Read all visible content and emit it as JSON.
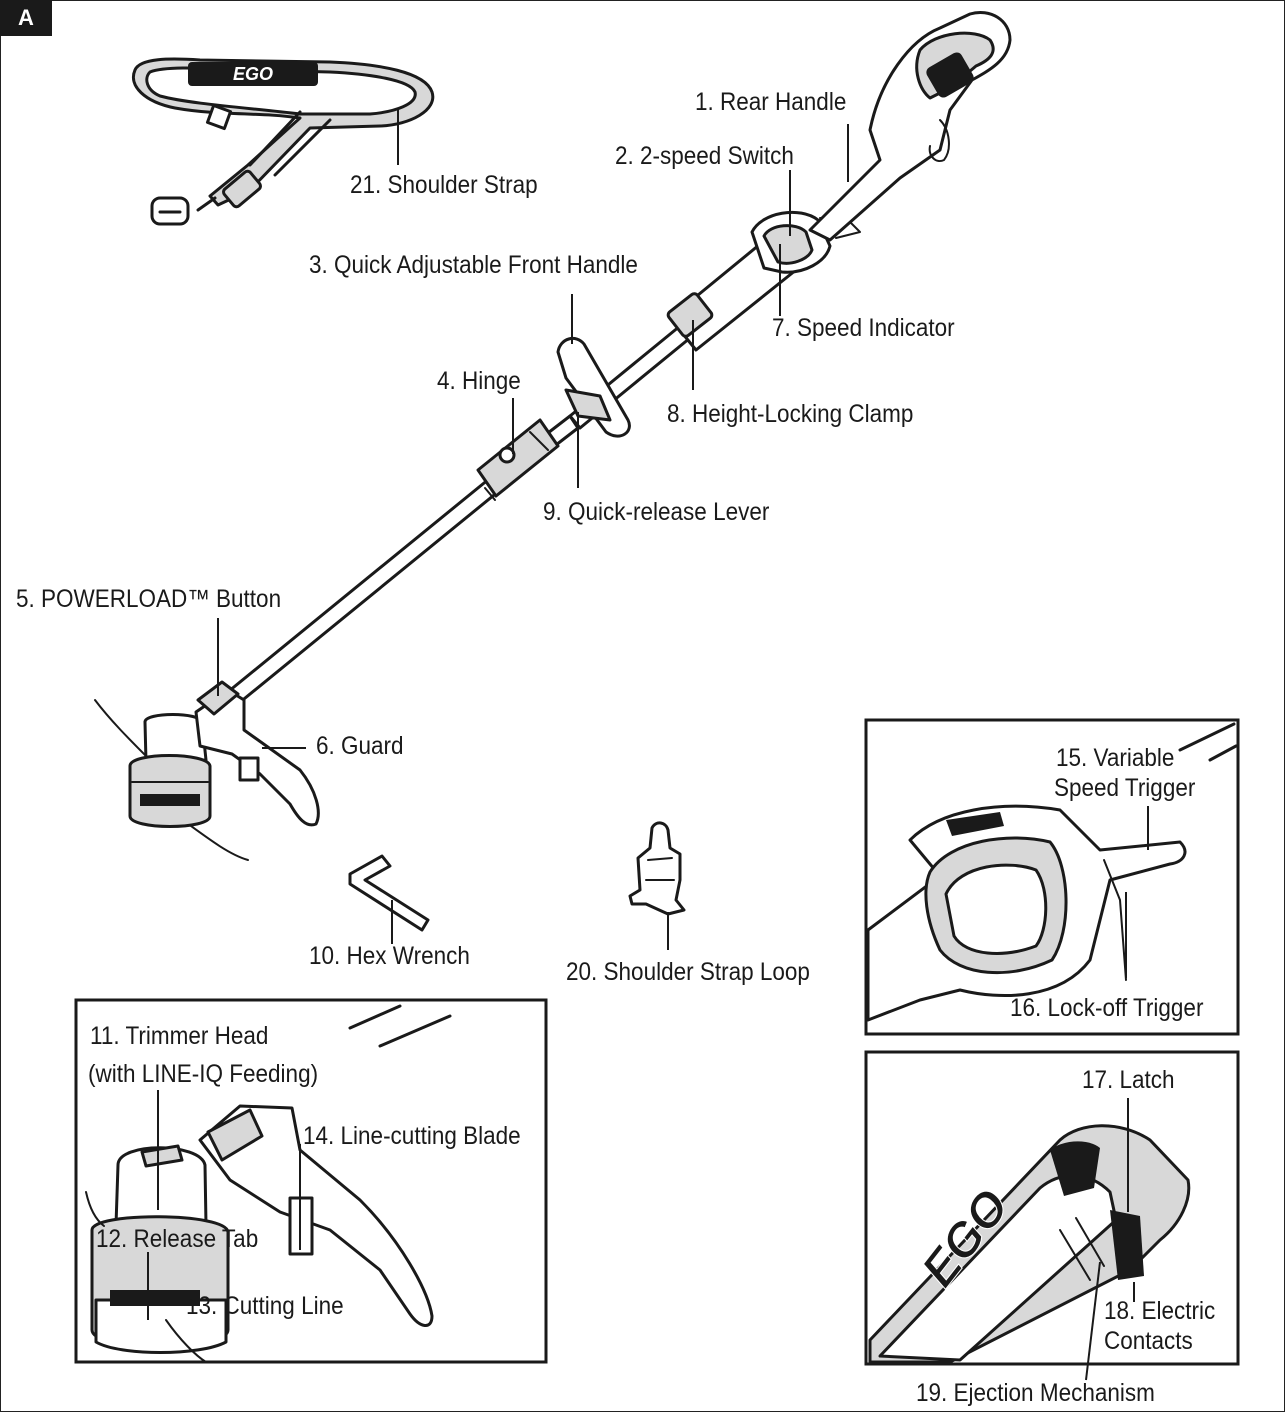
{
  "figure_letter": "A",
  "labels": {
    "rear_handle": "1. Rear Handle",
    "two_speed_switch": "2. 2-speed Switch",
    "front_handle": "3. Quick Adjustable Front Handle",
    "hinge": "4. Hinge",
    "powerload_button": "5. POWERLOAD™ Button",
    "guard": "6. Guard",
    "speed_indicator": "7. Speed Indicator",
    "height_clamp": "8. Height-Locking Clamp",
    "quick_release": "9. Quick-release Lever",
    "hex_wrench": "10. Hex Wrench",
    "trimmer_head_line1": "11. Trimmer Head",
    "trimmer_head_line2": "(with LINE-IQ Feeding)",
    "release_tab": "12. Release Tab",
    "cutting_line": "13. Cutting Line",
    "line_cutting_blade": "14. Line-cutting Blade",
    "variable_trigger_line1": "15. Variable",
    "variable_trigger_line2": "Speed Trigger",
    "lockoff_trigger": "16. Lock-off Trigger",
    "latch": "17. Latch",
    "electric_contacts_line1": "18. Electric",
    "electric_contacts_line2": "Contacts",
    "ejection": "19. Ejection Mechanism",
    "shoulder_strap_loop": "20. Shoulder Strap Loop",
    "shoulder_strap": "21. Shoulder Strap"
  },
  "logos": {
    "strap": "EGO",
    "battery": "EGO"
  },
  "icons": [
    "string-trimmer-illustration",
    "shoulder-strap-illustration",
    "hex-wrench-illustration",
    "strap-loop-illustration"
  ]
}
